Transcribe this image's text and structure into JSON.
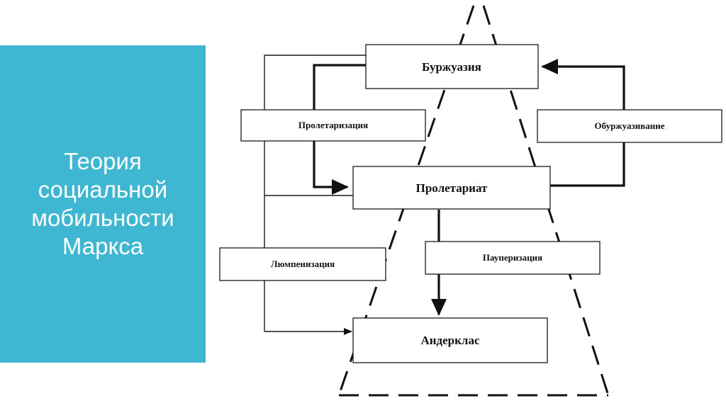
{
  "slide": {
    "title_lines": [
      "Теория",
      "социальной",
      "мобильности",
      "Маркса"
    ],
    "accent_color": "#3fb7d2"
  },
  "diagram": {
    "nodes": {
      "bourgeoisie": "Буржуазия",
      "proletariat": "Пролетариат",
      "underclass": "Андерклас"
    },
    "processes": {
      "proletarianization": "Пролетаризация",
      "embourgeoisement": "Обуржуазивание",
      "lumpenization": "Люмпенизация",
      "pauperization": "Пауперизация"
    }
  }
}
